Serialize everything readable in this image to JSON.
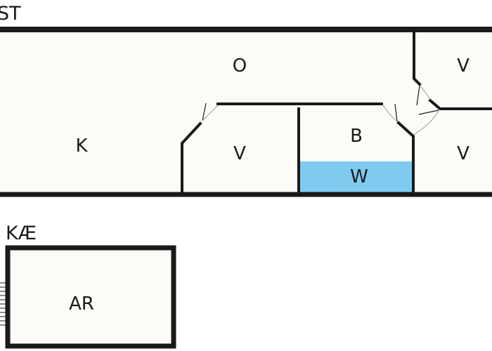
{
  "floors": [
    {
      "label": "ST",
      "rooms": [
        {
          "label": "O"
        },
        {
          "label": "K"
        },
        {
          "label": "V"
        },
        {
          "label": "B"
        },
        {
          "label": "W"
        },
        {
          "label": "V"
        },
        {
          "label": "V"
        }
      ]
    },
    {
      "label": "KÆ",
      "rooms": [
        {
          "label": "AR"
        }
      ]
    }
  ],
  "colors": {
    "wall": "#1a1a1a",
    "floor_fill": "#fbfbf7",
    "water_fill": "#7ecbef",
    "door_swing": "#9a9a9a"
  }
}
